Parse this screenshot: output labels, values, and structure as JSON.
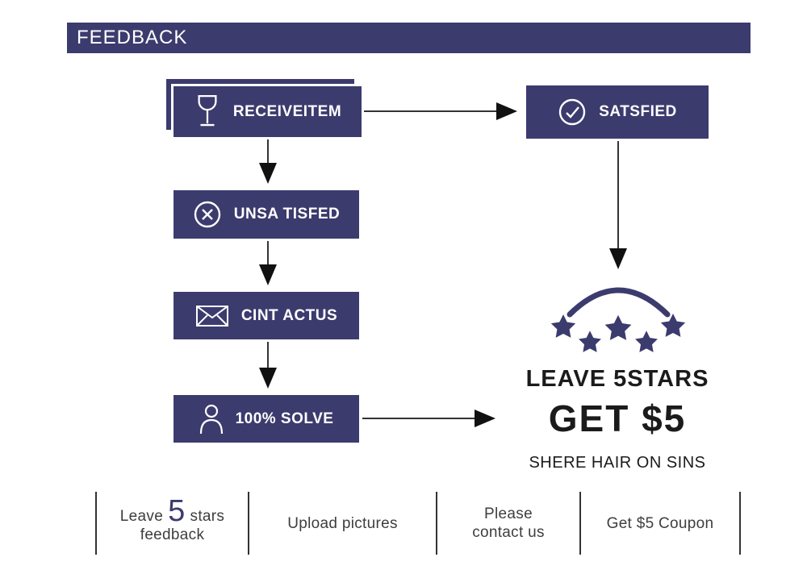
{
  "colors": {
    "navy": "#3C3B6E",
    "arrow_line": "#333333",
    "arrowhead": "#111111",
    "headline_text": "#1B1B1B",
    "footer_text": "#3E3E3E",
    "background": "#FFFFFF"
  },
  "header": {
    "title": "FEEDBACK"
  },
  "flow": {
    "receive": {
      "label": "RECEIVEITEM",
      "icon": "goblet-icon"
    },
    "satisfied": {
      "label": "SATSFIED",
      "icon": "check-circle-icon"
    },
    "unsatisfied": {
      "label": "UNSA TISFED",
      "icon": "x-circle-icon"
    },
    "contact": {
      "label": "CINT ACTUS",
      "icon": "envelope-icon"
    },
    "solve": {
      "label": "100% SOLVE",
      "icon": "person-icon"
    }
  },
  "reward": {
    "stars_count": 5,
    "headline": "LEAVE 5STARS",
    "prize": "GET $5",
    "brand": "SHERE HAIR ON SINS"
  },
  "footer": {
    "item1": {
      "prefix": "Leave",
      "big": "5",
      "suffix": "stars",
      "line2": "feedback"
    },
    "item2": {
      "label": "Upload pictures"
    },
    "item3": {
      "line1": "Please",
      "line2": "contact us"
    },
    "item4": {
      "label": "Get $5 Coupon"
    }
  }
}
